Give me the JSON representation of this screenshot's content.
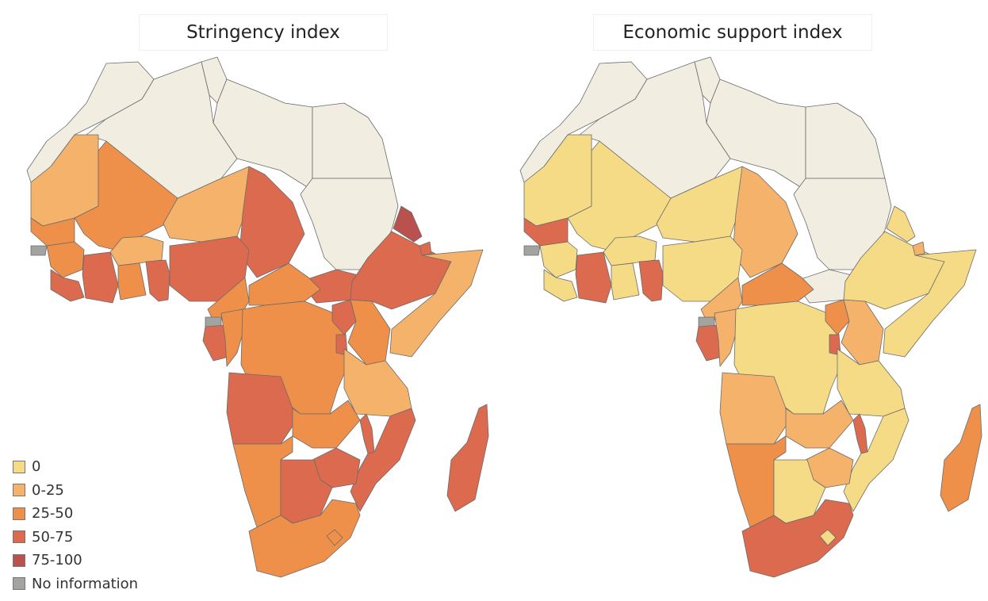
{
  "maps": {
    "left": {
      "title": "Stringency index"
    },
    "right": {
      "title": "Economic support index"
    }
  },
  "legend": {
    "items": [
      {
        "label": "0",
        "color": "#f6db87"
      },
      {
        "label": "0-25",
        "color": "#f4b26a"
      },
      {
        "label": "25-50",
        "color": "#ee9049"
      },
      {
        "label": "50-75",
        "color": "#dc6a4e"
      },
      {
        "label": "75-100",
        "color": "#b9524f"
      },
      {
        "label": "No information",
        "color": "#a3a3a0"
      }
    ],
    "not_shown_color": "#f1ede1"
  },
  "regions": [
    {
      "id": "morocco-w-sahara",
      "stringency": "not shown",
      "economic_support": "not shown"
    },
    {
      "id": "algeria",
      "stringency": "not shown",
      "economic_support": "not shown"
    },
    {
      "id": "tunisia",
      "stringency": "not shown",
      "economic_support": "not shown"
    },
    {
      "id": "libya",
      "stringency": "not shown",
      "economic_support": "not shown"
    },
    {
      "id": "egypt",
      "stringency": "not shown",
      "economic_support": "not shown"
    },
    {
      "id": "sudan",
      "stringency": "not shown",
      "economic_support": "not shown"
    },
    {
      "id": "south-sudan",
      "stringency": "50-75",
      "economic_support": "not shown"
    },
    {
      "id": "mauritania",
      "stringency": "0-25",
      "economic_support": "0"
    },
    {
      "id": "mali",
      "stringency": "25-50",
      "economic_support": "0"
    },
    {
      "id": "niger",
      "stringency": "0-25",
      "economic_support": "0"
    },
    {
      "id": "chad",
      "stringency": "50-75",
      "economic_support": "0-25"
    },
    {
      "id": "senegal",
      "stringency": "25-50",
      "economic_support": "50-75"
    },
    {
      "id": "guinea-bissau",
      "stringency": "No information",
      "economic_support": "No information"
    },
    {
      "id": "guinea",
      "stringency": "25-50",
      "economic_support": "0"
    },
    {
      "id": "sierra-leone-liberia",
      "stringency": "50-75",
      "economic_support": "0"
    },
    {
      "id": "cote-divoire",
      "stringency": "50-75",
      "economic_support": "50-75"
    },
    {
      "id": "burkina-faso",
      "stringency": "0-25",
      "economic_support": "0"
    },
    {
      "id": "ghana",
      "stringency": "25-50",
      "economic_support": "0"
    },
    {
      "id": "togo-benin",
      "stringency": "50-75",
      "economic_support": "50-75"
    },
    {
      "id": "nigeria",
      "stringency": "50-75",
      "economic_support": "0"
    },
    {
      "id": "cameroon",
      "stringency": "25-50",
      "economic_support": "0-25"
    },
    {
      "id": "car",
      "stringency": "25-50",
      "economic_support": "25-50"
    },
    {
      "id": "equatorial-guinea",
      "stringency": "No information",
      "economic_support": "No information"
    },
    {
      "id": "gabon",
      "stringency": "50-75",
      "economic_support": "50-75"
    },
    {
      "id": "congo",
      "stringency": "25-50",
      "economic_support": "0-25"
    },
    {
      "id": "drc",
      "stringency": "25-50",
      "economic_support": "0"
    },
    {
      "id": "uganda",
      "stringency": "50-75",
      "economic_support": "25-50"
    },
    {
      "id": "rwanda-burundi",
      "stringency": "50-75",
      "economic_support": "50-75"
    },
    {
      "id": "kenya",
      "stringency": "25-50",
      "economic_support": "0-25"
    },
    {
      "id": "ethiopia",
      "stringency": "50-75",
      "economic_support": "0"
    },
    {
      "id": "eritrea",
      "stringency": "75-100",
      "economic_support": "0"
    },
    {
      "id": "djibouti",
      "stringency": "50-75",
      "economic_support": "0-25"
    },
    {
      "id": "somalia",
      "stringency": "0-25",
      "economic_support": "0"
    },
    {
      "id": "tanzania",
      "stringency": "0-25",
      "economic_support": "0"
    },
    {
      "id": "angola",
      "stringency": "50-75",
      "economic_support": "0-25"
    },
    {
      "id": "zambia",
      "stringency": "25-50",
      "economic_support": "0-25"
    },
    {
      "id": "malawi",
      "stringency": "50-75",
      "economic_support": "50-75"
    },
    {
      "id": "mozambique",
      "stringency": "50-75",
      "economic_support": "0"
    },
    {
      "id": "zimbabwe",
      "stringency": "50-75",
      "economic_support": "0-25"
    },
    {
      "id": "namibia",
      "stringency": "25-50",
      "economic_support": "25-50"
    },
    {
      "id": "botswana",
      "stringency": "50-75",
      "economic_support": "0"
    },
    {
      "id": "south-africa",
      "stringency": "25-50",
      "economic_support": "50-75"
    },
    {
      "id": "lesotho",
      "stringency": "25-50",
      "economic_support": "0"
    },
    {
      "id": "madagascar",
      "stringency": "50-75",
      "economic_support": "25-50"
    }
  ]
}
